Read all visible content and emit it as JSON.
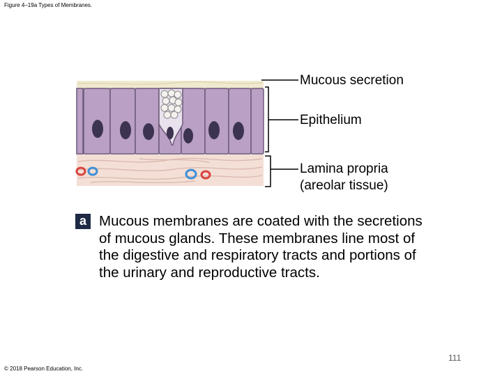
{
  "figure_title": "Figure 4–19a Types of Membranes.",
  "labels": {
    "mucous_secretion": "Mucous secretion",
    "epithelium": "Epithelium",
    "lamina_propria_line1": "Lamina propria",
    "lamina_propria_line2": "(areolar tissue)"
  },
  "panel_letter": "a",
  "caption": "Mucous membranes are coated with the secretions of mucous glands. These membranes line most of the digestive and respiratory tracts and portions of the urinary and reproductive tracts.",
  "page_number": "111",
  "copyright": "© 2018 Pearson Education, Inc.",
  "colors": {
    "cell_fill": "#b9a0c4",
    "cell_border": "#6d5a7a",
    "nucleus": "#3c3350",
    "secretion": "#efe9cf",
    "goblet_fill": "#f4f1ee",
    "lamina_fill": "#f3dfd6",
    "fiber": "#d9b8ac",
    "vessel_red": "#d9443f",
    "vessel_blue": "#3f8fd6",
    "badge_bg": "#1f2a44"
  }
}
